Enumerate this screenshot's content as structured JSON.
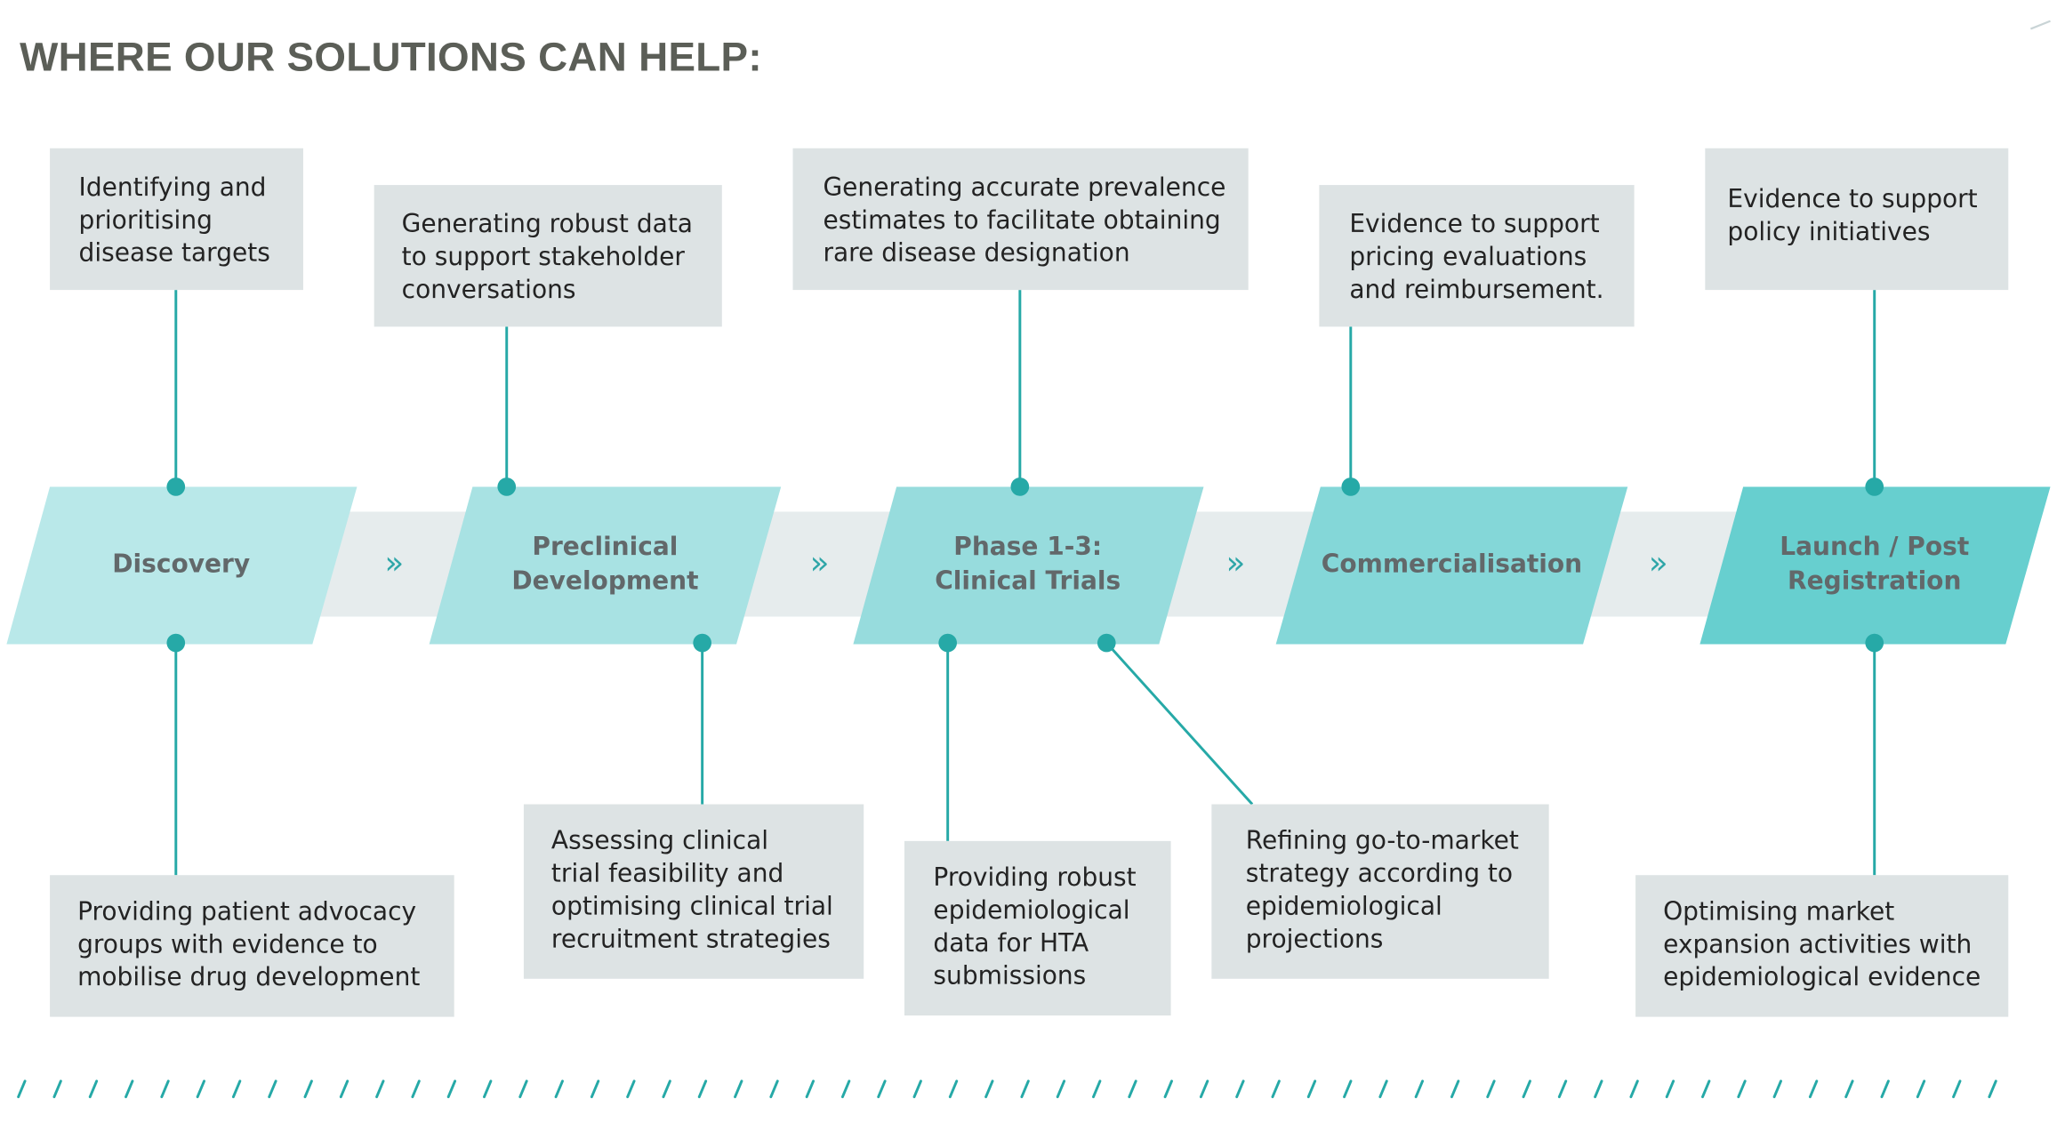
{
  "title": "WHERE OUR SOLUTIONS CAN HELP:",
  "colors": {
    "connector": "#26a9a7",
    "box_fill": "#dde3e4",
    "band_fill": "#e6eced",
    "title_text": "#5b5e57",
    "stage_text": "#62686a",
    "stage_fills": [
      "#b9e8e9",
      "#a8e2e3",
      "#97dcdd",
      "#84d7d8",
      "#67cfcf"
    ]
  },
  "stages": [
    {
      "label_lines": [
        "Discovery"
      ]
    },
    {
      "label_lines": [
        "Preclinical",
        "Development"
      ]
    },
    {
      "label_lines": [
        "Phase 1-3:",
        "Clinical Trials"
      ]
    },
    {
      "label_lines": [
        "Commercialisation"
      ]
    },
    {
      "label_lines": [
        "Launch / Post",
        "Registration"
      ]
    }
  ],
  "chevron_glyph": "»",
  "top_boxes": [
    {
      "lines": [
        "Identifying and",
        "prioritising",
        "disease targets"
      ]
    },
    {
      "lines": [
        "Generating robust data",
        "to support stakeholder",
        "conversations"
      ]
    },
    {
      "lines": [
        "Generating accurate prevalence",
        "estimates to facilitate obtaining",
        "rare disease designation"
      ]
    },
    {
      "lines": [
        "Evidence to support",
        "pricing evaluations",
        "and reimbursement."
      ]
    },
    {
      "lines": [
        "Evidence to support",
        "policy initiatives"
      ]
    }
  ],
  "bottom_boxes": [
    {
      "lines": [
        "Providing patient advocacy",
        "groups with evidence to",
        "mobilise drug development"
      ]
    },
    {
      "lines": [
        "Assessing clinical",
        "trial feasibility and",
        "optimising clinical trial",
        "recruitment strategies"
      ]
    },
    {
      "lines": [
        "Providing robust",
        "epidemiological",
        "data for HTA",
        "submissions"
      ]
    },
    {
      "lines": [
        "Refining go-to-market",
        "strategy according to",
        "epidemiological",
        "projections"
      ]
    },
    {
      "lines": [
        "Optimising market",
        "expansion activities with",
        "epidemiological evidence"
      ]
    }
  ]
}
